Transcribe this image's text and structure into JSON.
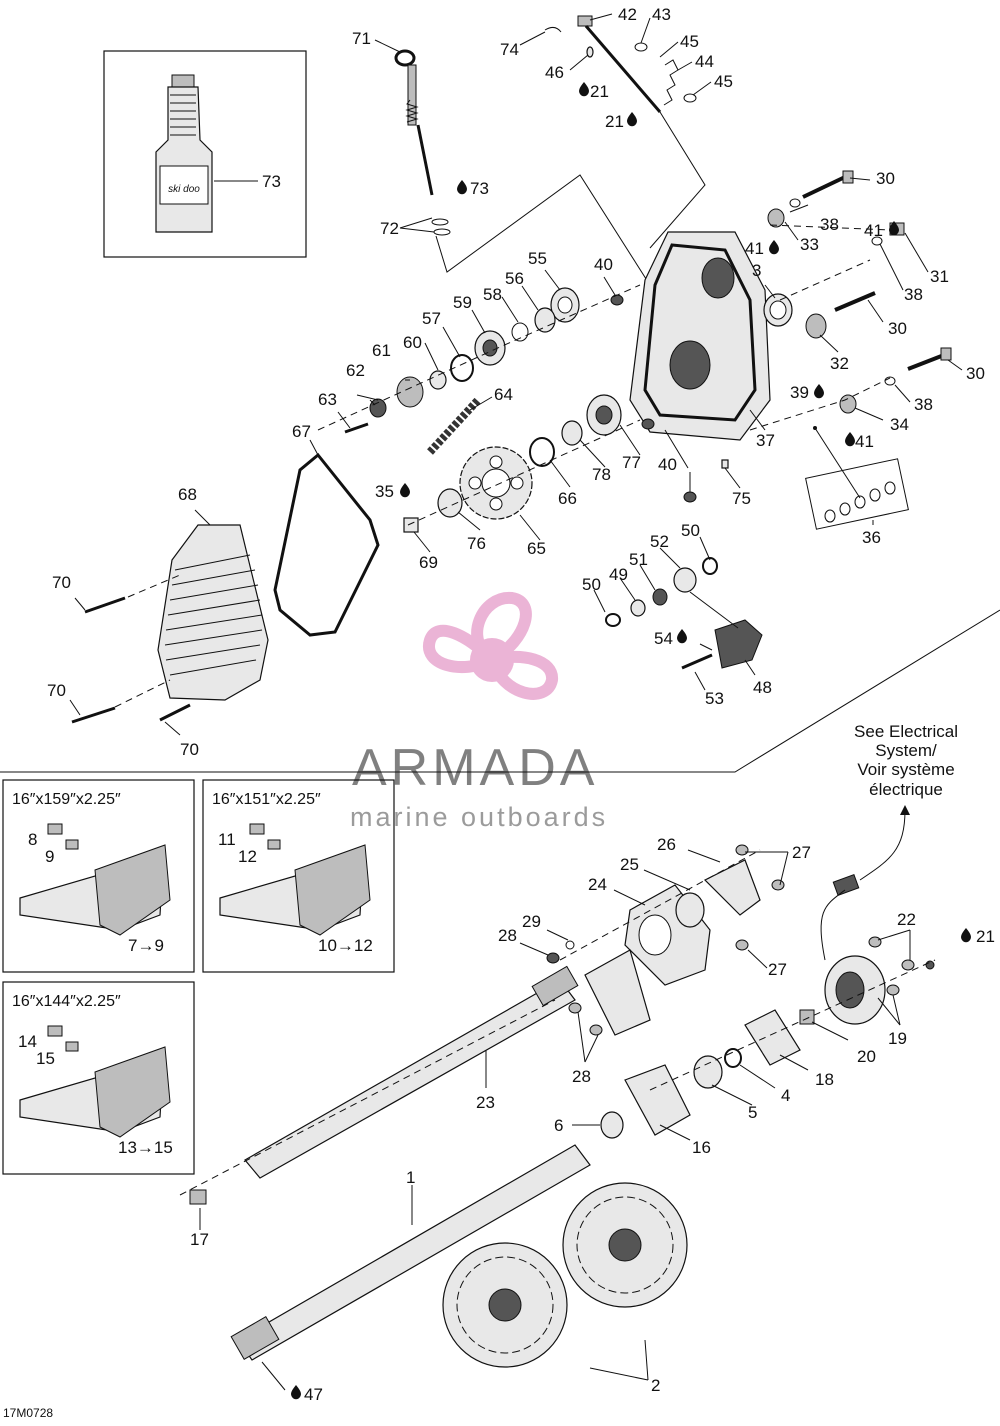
{
  "diagram_code": "17M0728",
  "note": {
    "line1": "See Electrical",
    "line2": "System/",
    "line3": "Voir système",
    "line4": "électrique"
  },
  "watermark": {
    "brand": "ARMADA",
    "tagline": "marine outboards",
    "color": "#e8a7cf"
  },
  "product_label": "ski doo",
  "track_boxes": [
    {
      "title": "16″x159″x2.25″",
      "parts": [
        "8",
        "9"
      ],
      "range": "7→9"
    },
    {
      "title": "16″x151″x2.25″",
      "parts": [
        "11",
        "12"
      ],
      "range": "10→12"
    },
    {
      "title": "16″x144″x2.25″",
      "parts": [
        "14",
        "15"
      ],
      "range": "13→15"
    }
  ],
  "callouts": [
    {
      "id": "c71",
      "text": "71"
    },
    {
      "id": "c74",
      "text": "74"
    },
    {
      "id": "c42",
      "text": "42"
    },
    {
      "id": "c43",
      "text": "43"
    },
    {
      "id": "c45a",
      "text": "45"
    },
    {
      "id": "c44",
      "text": "44"
    },
    {
      "id": "c45b",
      "text": "45"
    },
    {
      "id": "c46",
      "text": "46"
    },
    {
      "id": "c21a",
      "text": "21"
    },
    {
      "id": "c21b",
      "text": "21"
    },
    {
      "id": "c73a",
      "text": "73"
    },
    {
      "id": "c73b",
      "text": "73"
    },
    {
      "id": "c72",
      "text": "72"
    },
    {
      "id": "c30a",
      "text": "30"
    },
    {
      "id": "c38a",
      "text": "38"
    },
    {
      "id": "c33",
      "text": "33"
    },
    {
      "id": "c41a",
      "text": "41"
    },
    {
      "id": "c41b",
      "text": "41"
    },
    {
      "id": "c31",
      "text": "31"
    },
    {
      "id": "c38b",
      "text": "38"
    },
    {
      "id": "c30b",
      "text": "30"
    },
    {
      "id": "c3",
      "text": "3"
    },
    {
      "id": "c40a",
      "text": "40"
    },
    {
      "id": "c55",
      "text": "55"
    },
    {
      "id": "c56",
      "text": "56"
    },
    {
      "id": "c58",
      "text": "58"
    },
    {
      "id": "c59",
      "text": "59"
    },
    {
      "id": "c57",
      "text": "57"
    },
    {
      "id": "c60",
      "text": "60"
    },
    {
      "id": "c61",
      "text": "61"
    },
    {
      "id": "c62",
      "text": "62"
    },
    {
      "id": "c63",
      "text": "63"
    },
    {
      "id": "c64",
      "text": "64"
    },
    {
      "id": "c67",
      "text": "67"
    },
    {
      "id": "c32",
      "text": "32"
    },
    {
      "id": "c30c",
      "text": "30"
    },
    {
      "id": "c39",
      "text": "39"
    },
    {
      "id": "c38c",
      "text": "38"
    },
    {
      "id": "c34",
      "text": "34"
    },
    {
      "id": "c41c",
      "text": "41"
    },
    {
      "id": "c37",
      "text": "37"
    },
    {
      "id": "c77",
      "text": "77"
    },
    {
      "id": "c78",
      "text": "78"
    },
    {
      "id": "c66",
      "text": "66"
    },
    {
      "id": "c40b",
      "text": "40"
    },
    {
      "id": "c75",
      "text": "75"
    },
    {
      "id": "c36",
      "text": "36"
    },
    {
      "id": "c68",
      "text": "68"
    },
    {
      "id": "c35",
      "text": "35"
    },
    {
      "id": "c76",
      "text": "76"
    },
    {
      "id": "c65",
      "text": "65"
    },
    {
      "id": "c69",
      "text": "69"
    },
    {
      "id": "c52",
      "text": "52"
    },
    {
      "id": "c50a",
      "text": "50"
    },
    {
      "id": "c51",
      "text": "51"
    },
    {
      "id": "c49",
      "text": "49"
    },
    {
      "id": "c50b",
      "text": "50"
    },
    {
      "id": "c54",
      "text": "54"
    },
    {
      "id": "c48",
      "text": "48"
    },
    {
      "id": "c53",
      "text": "53"
    },
    {
      "id": "c70a",
      "text": "70"
    },
    {
      "id": "c70b",
      "text": "70"
    },
    {
      "id": "c70c",
      "text": "70"
    },
    {
      "id": "c26",
      "text": "26"
    },
    {
      "id": "c27a",
      "text": "27"
    },
    {
      "id": "c25",
      "text": "25"
    },
    {
      "id": "c24",
      "text": "24"
    },
    {
      "id": "c29",
      "text": "29"
    },
    {
      "id": "c28a",
      "text": "28"
    },
    {
      "id": "c27b",
      "text": "27"
    },
    {
      "id": "c22",
      "text": "22"
    },
    {
      "id": "c21c",
      "text": "21"
    },
    {
      "id": "c19",
      "text": "19"
    },
    {
      "id": "c20",
      "text": "20"
    },
    {
      "id": "c18",
      "text": "18"
    },
    {
      "id": "c28b",
      "text": "28"
    },
    {
      "id": "c4",
      "text": "4"
    },
    {
      "id": "c5",
      "text": "5"
    },
    {
      "id": "c23",
      "text": "23"
    },
    {
      "id": "c6",
      "text": "6"
    },
    {
      "id": "c16",
      "text": "16"
    },
    {
      "id": "c17",
      "text": "17"
    },
    {
      "id": "c1",
      "text": "1"
    },
    {
      "id": "c2",
      "text": "2"
    },
    {
      "id": "c47",
      "text": "47"
    }
  ]
}
